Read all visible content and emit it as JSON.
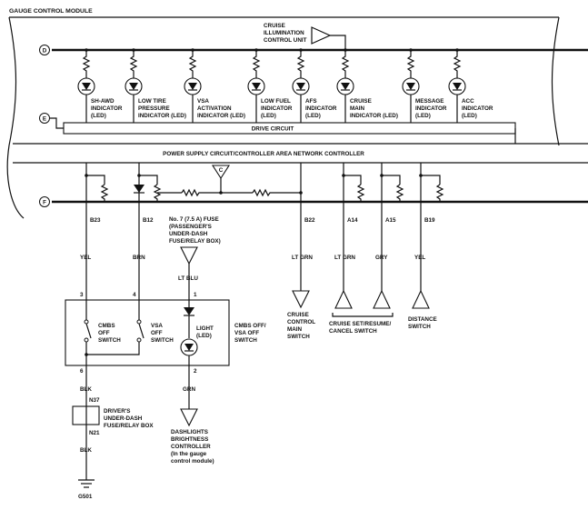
{
  "module_title": "GAUGE CONTROL MODULE",
  "cruise_illum_unit": [
    "CRUISE",
    "ILLUMINATION",
    "CONTROL UNIT"
  ],
  "connector_letters": {
    "D": "D",
    "E": "E",
    "F": "F",
    "C": "C"
  },
  "indicators": [
    {
      "lines": [
        "SH-AWD",
        "INDICATOR",
        "(LED)"
      ]
    },
    {
      "lines": [
        "LOW TIRE",
        "PRESSURE",
        "INDICATOR (LED)"
      ]
    },
    {
      "lines": [
        "VSA",
        "ACTIVATION",
        "INDICATOR (LED)"
      ]
    },
    {
      "lines": [
        "LOW FUEL",
        "INDICATOR",
        "(LED)"
      ]
    },
    {
      "lines": [
        "AFS",
        "INDICATOR",
        "(LED)"
      ]
    },
    {
      "lines": [
        "CRUISE",
        "MAIN",
        "INDICATOR (LED)"
      ]
    },
    {
      "lines": [
        "MESSAGE",
        "INDICATOR",
        "(LED)"
      ]
    },
    {
      "lines": [
        "ACC",
        "INDICATOR",
        "(LED)"
      ]
    }
  ],
  "drive_circuit": "DRIVE CIRCUIT",
  "power_supply": "POWER SUPPLY CIRCUIT/CONTROLLER AREA NETWORK CONTROLLER",
  "pins": {
    "b23": "B23",
    "b12": "B12",
    "b22": "B22",
    "a14": "A14",
    "a15": "A15",
    "b19": "B19"
  },
  "fuse_label": [
    "No. 7 (7.5 A) FUSE",
    "(PASSENGER'S",
    "UNDER-DASH",
    "FUSE/RELAY BOX)"
  ],
  "wires": {
    "yel_left": "YEL",
    "brn": "BRN",
    "lt_blu": "LT BLU",
    "lt_grn_1": "LT GRN",
    "lt_grn_2": "LT GRN",
    "gry": "GRY",
    "yel_right": "YEL",
    "grn": "GRN",
    "blk_1": "BLK",
    "blk_2": "BLK"
  },
  "switch_pins": {
    "p3": "3",
    "p4": "4",
    "p1": "1",
    "p6": "6",
    "p2": "2"
  },
  "cmbs_switch": [
    "CMBS",
    "OFF",
    "SWITCH"
  ],
  "vsa_switch": [
    "VSA",
    "OFF",
    "SWITCH"
  ],
  "light_led": [
    "LIGHT",
    "(LED)"
  ],
  "cmbs_vsa_off_switch": [
    "CMBS OFF/",
    "VSA OFF",
    "SWITCH"
  ],
  "cruise_control_main": [
    "CRUISE",
    "CONTROL",
    "MAIN",
    "SWITCH"
  ],
  "cruise_set": [
    "CRUISE SET/RESUME/",
    "CANCEL SWITCH"
  ],
  "distance_switch": [
    "DISTANCE",
    "SWITCH"
  ],
  "n37": "N37",
  "n21": "N21",
  "drivers_box": [
    "DRIVER'S",
    "UNDER-DASH",
    "FUSE/RELAY BOX"
  ],
  "dashlights": [
    "DASHLIGHTS",
    "BRIGHTNESS",
    "CONTROLLER",
    "(In the gauge",
    "control module)"
  ],
  "ground": "G501"
}
